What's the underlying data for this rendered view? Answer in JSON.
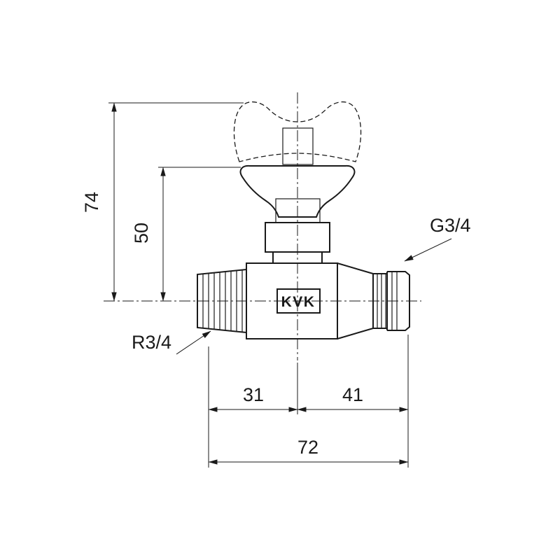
{
  "colors": {
    "ink": "#1a1a1a",
    "background": "#ffffff"
  },
  "drawing": {
    "product_mark": "KVK",
    "labels": {
      "right_thread": "G3/4",
      "left_thread": "R3/4"
    },
    "dimensions": {
      "overall_height": "74",
      "handle_height": "50",
      "left_of_center_width": "31",
      "right_of_center_width": "41",
      "overall_width": "72"
    }
  }
}
